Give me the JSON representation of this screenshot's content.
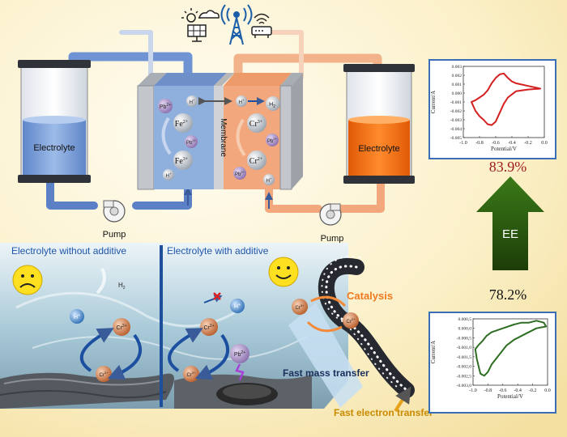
{
  "colors": {
    "fe_side": "#8fb0dc",
    "cr_side": "#f2a77c",
    "electrolyte_fe": "#7d9fd6",
    "electrolyte_cr": "#f26a12",
    "arrow_green": "#2f5e12",
    "ee_red": "#9c1c1c",
    "frame_blue": "#3a6fb8",
    "cv_red": "#d42020",
    "cv_green": "#2e6e22"
  },
  "icons": [
    "solar-panel-icon",
    "cell-tower-icon",
    "router-icon",
    "sad-face-icon",
    "happy-face-icon"
  ],
  "battery": {
    "left_tank": "Electrolyte",
    "right_tank": "Electrolyte",
    "left_pump": "Pump",
    "right_pump": "Pump",
    "membrane": "Membrane",
    "fe2": "Fe",
    "fe2_sup": "2+",
    "fe3": "Fe",
    "fe3_sup": "3+",
    "cr3": "Cr",
    "cr3_sup": "3+",
    "cr2": "Cr",
    "cr2_sup": "2+",
    "pb_sup": "2+",
    "pb": "Pb",
    "h_plus": "H",
    "plus": "+",
    "h2": "H",
    "h2_sub": "2"
  },
  "lower": {
    "without_label": "Electrolyte without additive",
    "with_label": "Electrolyte with additive",
    "catalysis": "Catalysis",
    "fast_mass": "Fast mass transfer",
    "fast_electron": "Fast electron transfer",
    "cr_prefix": "Cr",
    "pb_prefix": "Pb",
    "h_prefix": "H",
    "h2_prefix": "H",
    "sup_3": "3+",
    "sup_2": "2+",
    "sup_plus": "+",
    "sub_2": "2"
  },
  "efficiency": {
    "ee_label": "EE",
    "top_value": "83.9%",
    "bottom_value": "78.2%"
  },
  "chart_data": [
    {
      "type": "line",
      "xlabel": "Potential/V",
      "ylabel": "Current/A",
      "xlim": [
        -1.0,
        0.0
      ],
      "ylim": [
        -0.005,
        0.003
      ],
      "xticks": [
        "-1.0",
        "-0.8",
        "-0.6",
        "-0.4",
        "-0.2",
        "0.0"
      ],
      "yticks": [
        "0.003",
        "0.002",
        "0.001",
        "0.000",
        "-0.001",
        "-0.002",
        "-0.003",
        "-0.004",
        "-0.005"
      ],
      "series": [
        {
          "x": [
            -0.05,
            -0.2,
            -0.35,
            -0.45,
            -0.5,
            -0.55,
            -0.6,
            -0.65,
            -0.7,
            -0.75,
            -0.8,
            -0.85,
            -0.9,
            -0.85,
            -0.8,
            -0.75,
            -0.7,
            -0.65,
            -0.6,
            -0.55,
            -0.5,
            -0.45,
            -0.4,
            -0.35,
            -0.3,
            -0.2,
            -0.1,
            -0.05
          ],
          "y": [
            0.0005,
            0.0004,
            0.0002,
            -0.0005,
            -0.0012,
            -0.0022,
            -0.0032,
            -0.0036,
            -0.0035,
            -0.003,
            -0.0026,
            -0.002,
            -0.001,
            -0.0008,
            -0.0005,
            -0.0002,
            0.0003,
            0.0011,
            0.0017,
            0.0021,
            0.0022,
            0.0017,
            0.0013,
            0.0011,
            0.001,
            0.0008,
            0.0006,
            0.0005
          ]
        }
      ]
    },
    {
      "type": "line",
      "xlabel": "Potential/V",
      "ylabel": "Current/A",
      "xlim": [
        -1.0,
        0.0
      ],
      "ylim": [
        -0.003,
        0.0005
      ],
      "xticks": [
        "-1.0",
        "-0.8",
        "-0.6",
        "-0.4",
        "-0.2",
        "0.0"
      ],
      "yticks": [
        "0.000,5",
        "0.000,0",
        "-0.000,5",
        "-0.001,0",
        "-0.001,5",
        "-0.002,0",
        "-0.002,5",
        "-0.003,0"
      ],
      "series": [
        {
          "x": [
            -0.02,
            -0.15,
            -0.3,
            -0.45,
            -0.55,
            -0.65,
            -0.75,
            -0.8,
            -0.85,
            -0.9,
            -0.92,
            -0.95,
            -0.97,
            -0.93,
            -0.88,
            -0.82,
            -0.75,
            -0.6,
            -0.45,
            -0.35,
            -0.25,
            -0.15,
            -0.05,
            -0.02
          ],
          "y": [
            0.0001,
            0.0,
            -0.0003,
            -0.0006,
            -0.0009,
            -0.0014,
            -0.0019,
            -0.0023,
            -0.0025,
            -0.0024,
            -0.0021,
            -0.0016,
            -0.0011,
            -0.0009,
            -0.0007,
            -0.0004,
            -0.0002,
            0.0,
            0.0002,
            0.0003,
            0.0003,
            0.0004,
            0.0003,
            0.0001
          ]
        }
      ]
    }
  ]
}
